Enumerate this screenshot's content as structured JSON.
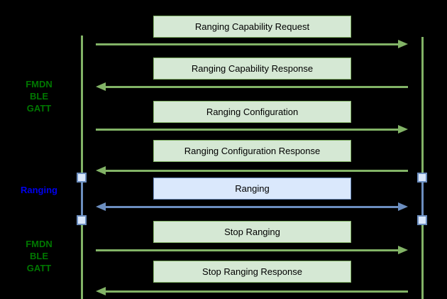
{
  "diagram_type": "sequence-diagram",
  "sections": [
    {
      "label": "FMDN\nBLE\nGATT",
      "color": "#007700"
    },
    {
      "label": "Ranging",
      "color": "#0000ee"
    },
    {
      "label": "FMDN\nBLE\nGATT",
      "color": "#007700"
    }
  ],
  "messages": [
    {
      "label": "Ranging Capability Request",
      "direction": "right",
      "style": "green"
    },
    {
      "label": "Ranging Capability Response",
      "direction": "left",
      "style": "green"
    },
    {
      "label": "Ranging Configuration",
      "direction": "right",
      "style": "green"
    },
    {
      "label": "Ranging Configuration Response",
      "direction": "left",
      "style": "green"
    },
    {
      "label": "Ranging",
      "direction": "both",
      "style": "blue"
    },
    {
      "label": "Stop Ranging",
      "direction": "right",
      "style": "green"
    },
    {
      "label": "Stop Ranging Response",
      "direction": "left",
      "style": "green"
    }
  ],
  "colors": {
    "background": "#000000",
    "green_stroke": "#82b366",
    "green_fill": "#d5e8d4",
    "blue_stroke": "#6c8ebf",
    "blue_fill": "#dae8fc",
    "green_label_text": "#007700",
    "blue_label_text": "#0000ee",
    "box_text": "#000000"
  }
}
